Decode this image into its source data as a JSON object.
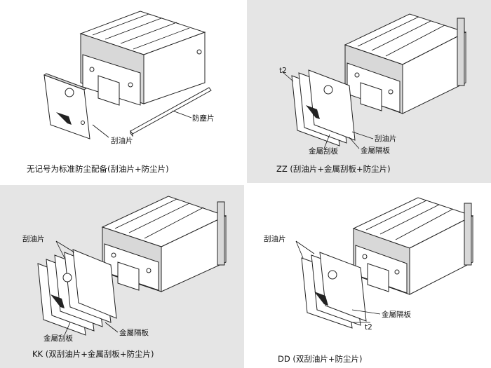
{
  "panels": [
    {
      "caption": "无记号为标准防尘配备(刮油片+防尘片)",
      "labels": {
        "dust_strip": "防塵片",
        "scraper": "刮油片"
      }
    },
    {
      "caption": "ZZ (刮油片+金属刮板+防尘片)",
      "labels": {
        "t2": "t2",
        "scraper": "刮油片",
        "metal_scraper": "金屬刮板",
        "metal_spacer": "金屬隔板"
      }
    },
    {
      "caption": "KK (双刮油片+金属刮板+防尘片)",
      "labels": {
        "scraper": "刮油片",
        "metal_scraper": "金屬刮板",
        "metal_spacer": "金屬隔板"
      }
    },
    {
      "caption": "DD (双刮油片+防尘片)",
      "labels": {
        "scraper": "刮油片",
        "metal_spacer": "金屬隔板",
        "t2": "t2"
      }
    }
  ],
  "colors": {
    "gray_panel": "#e5e5e5",
    "white_panel": "#ffffff"
  }
}
